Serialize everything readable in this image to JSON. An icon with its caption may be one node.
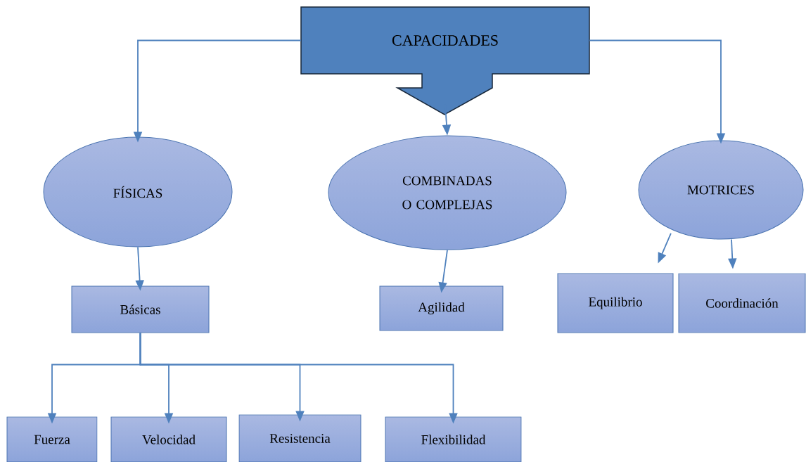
{
  "diagram": {
    "nodes": [
      {
        "text": [
          "CAPACIDADES"
        ]
      },
      {
        "text": [
          "FÍSICAS"
        ]
      },
      {
        "text": [
          "COMBINADAS O COMPLEJAS"
        ]
      },
      {
        "text": [
          "MOTRICES"
        ]
      },
      {
        "text": [
          "Básicas"
        ]
      },
      {
        "text": [
          "Agilidad"
        ]
      },
      {
        "text": [
          "Equilibrio"
        ]
      },
      {
        "text": [
          "Coordinación"
        ]
      },
      {
        "text": [
          "Fuerza"
        ]
      },
      {
        "text": [
          "Velocidad"
        ]
      },
      {
        "text": [
          "Resistencia"
        ]
      },
      {
        "text": [
          "Flexibilidad"
        ]
      }
    ],
    "edges": [
      {
        "from": 0,
        "to": 1,
        "arrow": "to"
      },
      {
        "from": 0,
        "to": 2,
        "arrow": "to"
      },
      {
        "from": 0,
        "to": 3,
        "arrow": "to"
      },
      {
        "from": 1,
        "to": 4,
        "arrow": "to"
      },
      {
        "from": 2,
        "to": 5,
        "arrow": "to"
      },
      {
        "from": 3,
        "to": 6,
        "arrow": "to"
      },
      {
        "from": 3,
        "to": 7,
        "arrow": "to"
      },
      {
        "from": 4,
        "to": 8,
        "arrow": "to"
      },
      {
        "from": 4,
        "to": 9,
        "arrow": "to"
      },
      {
        "from": 4,
        "to": 10,
        "arrow": "to"
      },
      {
        "from": 4,
        "to": 11,
        "arrow": "to"
      }
    ]
  }
}
